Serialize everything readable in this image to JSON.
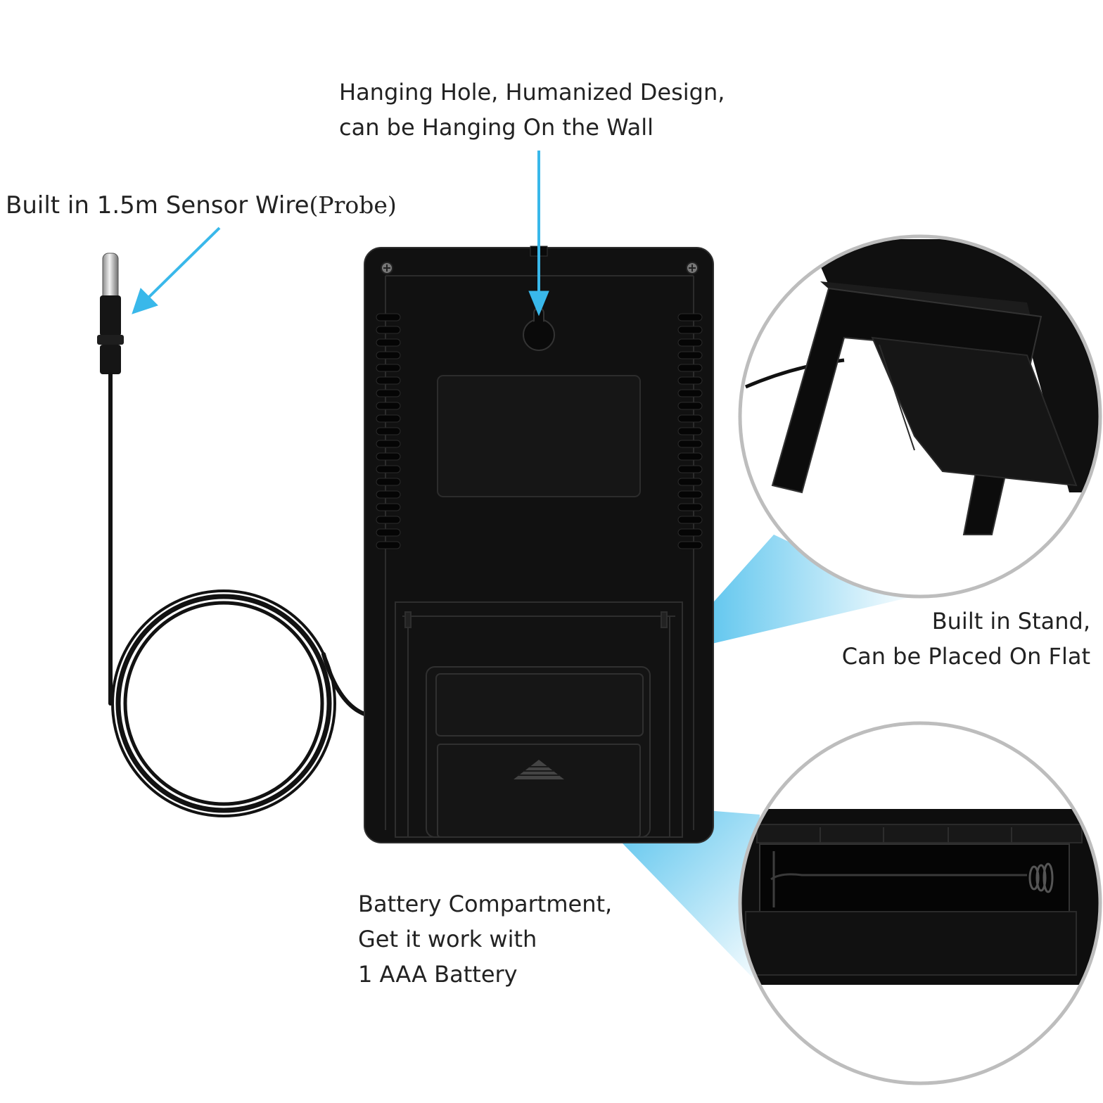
{
  "callouts": {
    "sensor_wire": {
      "main": "Built in 1.5m Sensor Wire",
      "suffix": "(Probe)"
    },
    "hanging_hole": {
      "lines": [
        "Hanging Hole, Humanized Design,",
        "can be Hanging On the Wall"
      ]
    },
    "stand": {
      "lines": [
        "Built in Stand,",
        "Can be Placed On Flat"
      ]
    },
    "battery": {
      "lines": [
        "Battery Compartment,",
        "Get it work with",
        "1 AAA Battery"
      ]
    }
  },
  "colors": {
    "accent_arrow": "#39b8ea",
    "device_body": "#111111",
    "text": "#222222",
    "zoom_ring": "#bdbdbd"
  }
}
